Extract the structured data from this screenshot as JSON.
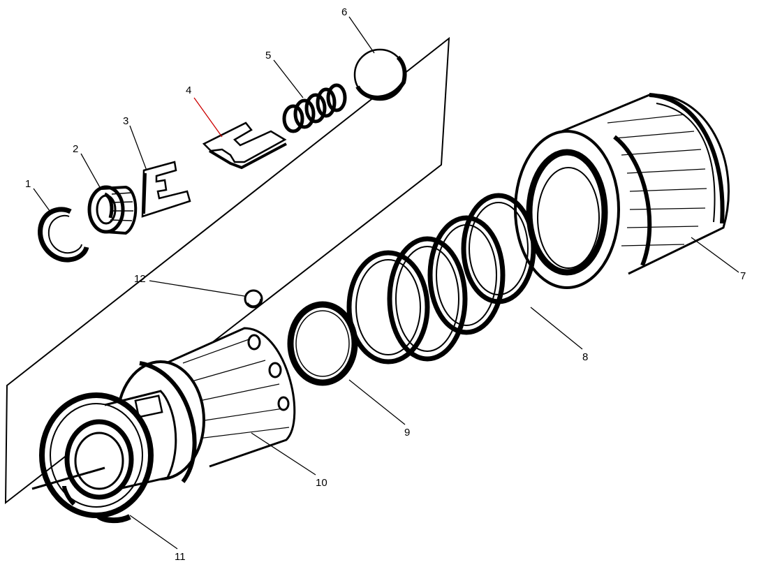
{
  "labels": [
    {
      "id": "1",
      "text": "1",
      "color": "#000000"
    },
    {
      "id": "2",
      "text": "2",
      "color": "#000000"
    },
    {
      "id": "3",
      "text": "3",
      "color": "#000000"
    },
    {
      "id": "4",
      "text": "4",
      "color": "#cc0000"
    },
    {
      "id": "5",
      "text": "5",
      "color": "#000000"
    },
    {
      "id": "6",
      "text": "6",
      "color": "#000000"
    },
    {
      "id": "7",
      "text": "7",
      "color": "#000000"
    },
    {
      "id": "8",
      "text": "8",
      "color": "#000000"
    },
    {
      "id": "9",
      "text": "9",
      "color": "#000000"
    },
    {
      "id": "10",
      "text": "10",
      "color": "#000000"
    },
    {
      "id": "11",
      "text": "11",
      "color": "#000000"
    },
    {
      "id": "12",
      "text": "12",
      "color": "#000000"
    }
  ]
}
